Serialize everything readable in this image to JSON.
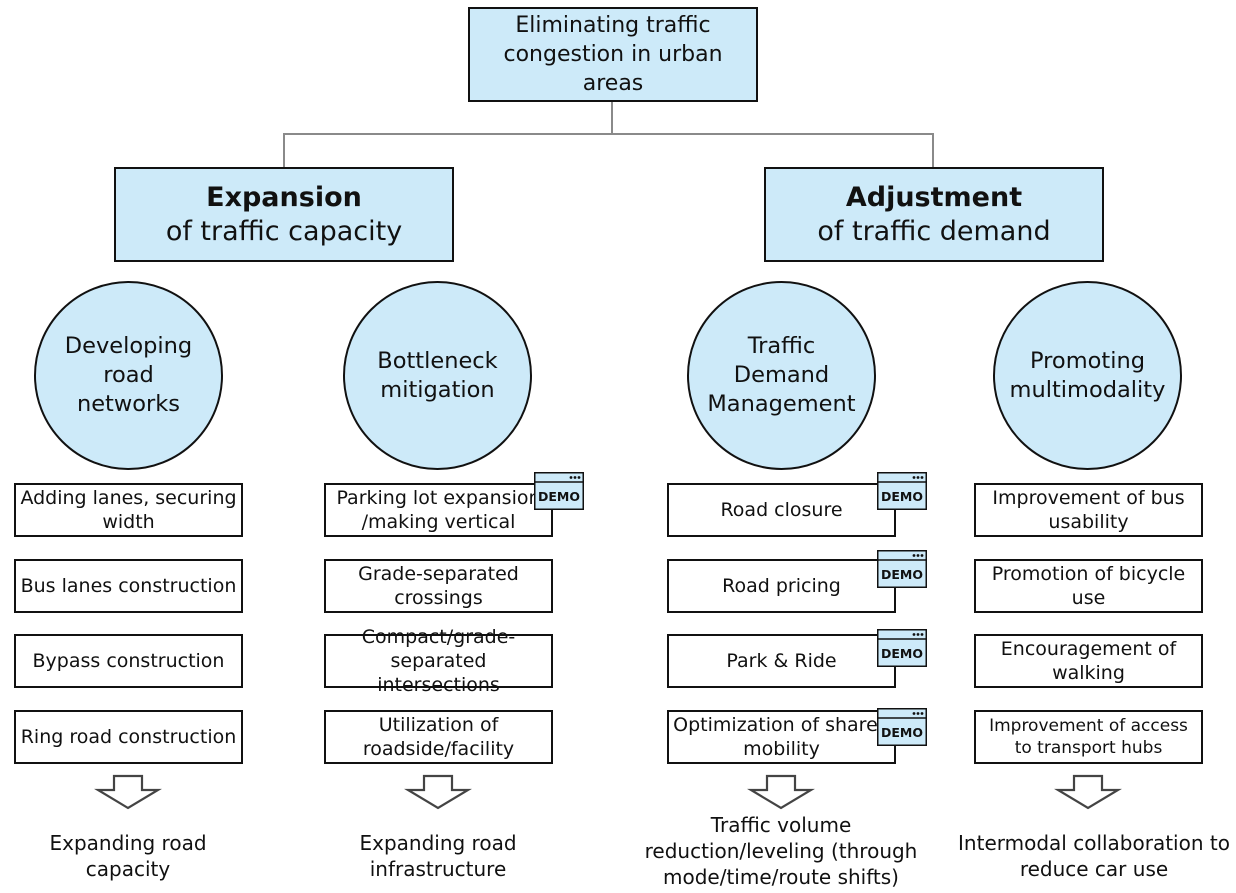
{
  "root": {
    "label": "Eliminating traffic congestion in urban areas"
  },
  "categories": [
    {
      "title": "Expansion",
      "subtitle": "of traffic capacity"
    },
    {
      "title": "Adjustment",
      "subtitle": "of traffic demand"
    }
  ],
  "columns": [
    {
      "circle": "Developing road networks",
      "items": [
        {
          "label": "Adding lanes, securing width",
          "demo": false
        },
        {
          "label": "Bus lanes construction",
          "demo": false
        },
        {
          "label": "Bypass construction",
          "demo": false
        },
        {
          "label": "Ring road construction",
          "demo": false
        }
      ],
      "outcome": "Expanding road capacity"
    },
    {
      "circle": "Bottleneck mitigation",
      "items": [
        {
          "label": "Parking lot expansion /making vertical",
          "demo": true
        },
        {
          "label": "Grade-separated crossings",
          "demo": false
        },
        {
          "label": "Compact/grade-separated intersections",
          "demo": false
        },
        {
          "label": "Utilization of roadside/facility",
          "demo": false
        }
      ],
      "outcome": "Expanding road infrastructure"
    },
    {
      "circle": "Traffic Demand Management",
      "items": [
        {
          "label": "Road closure",
          "demo": true
        },
        {
          "label": "Road pricing",
          "demo": true
        },
        {
          "label": "Park & Ride",
          "demo": true
        },
        {
          "label": "Optimization of shared mobility",
          "demo": true
        }
      ],
      "outcome": "Traffic volume reduction/leveling (through mode/time/route shifts)"
    },
    {
      "circle": "Promoting multimodality",
      "items": [
        {
          "label": "Improvement of bus usability",
          "demo": false
        },
        {
          "label": "Promotion of bicycle use",
          "demo": false
        },
        {
          "label": "Encouragement of walking",
          "demo": false
        },
        {
          "label": "Improvement of access to transport hubs",
          "demo": false
        }
      ],
      "outcome": "Intermodal collaboration to reduce car use"
    }
  ],
  "demo_badge": {
    "label": "DEMO",
    "dots": "•••"
  },
  "colors": {
    "box_fill": "#cdeaf9",
    "stroke": "#111111",
    "connector": "#888888"
  }
}
